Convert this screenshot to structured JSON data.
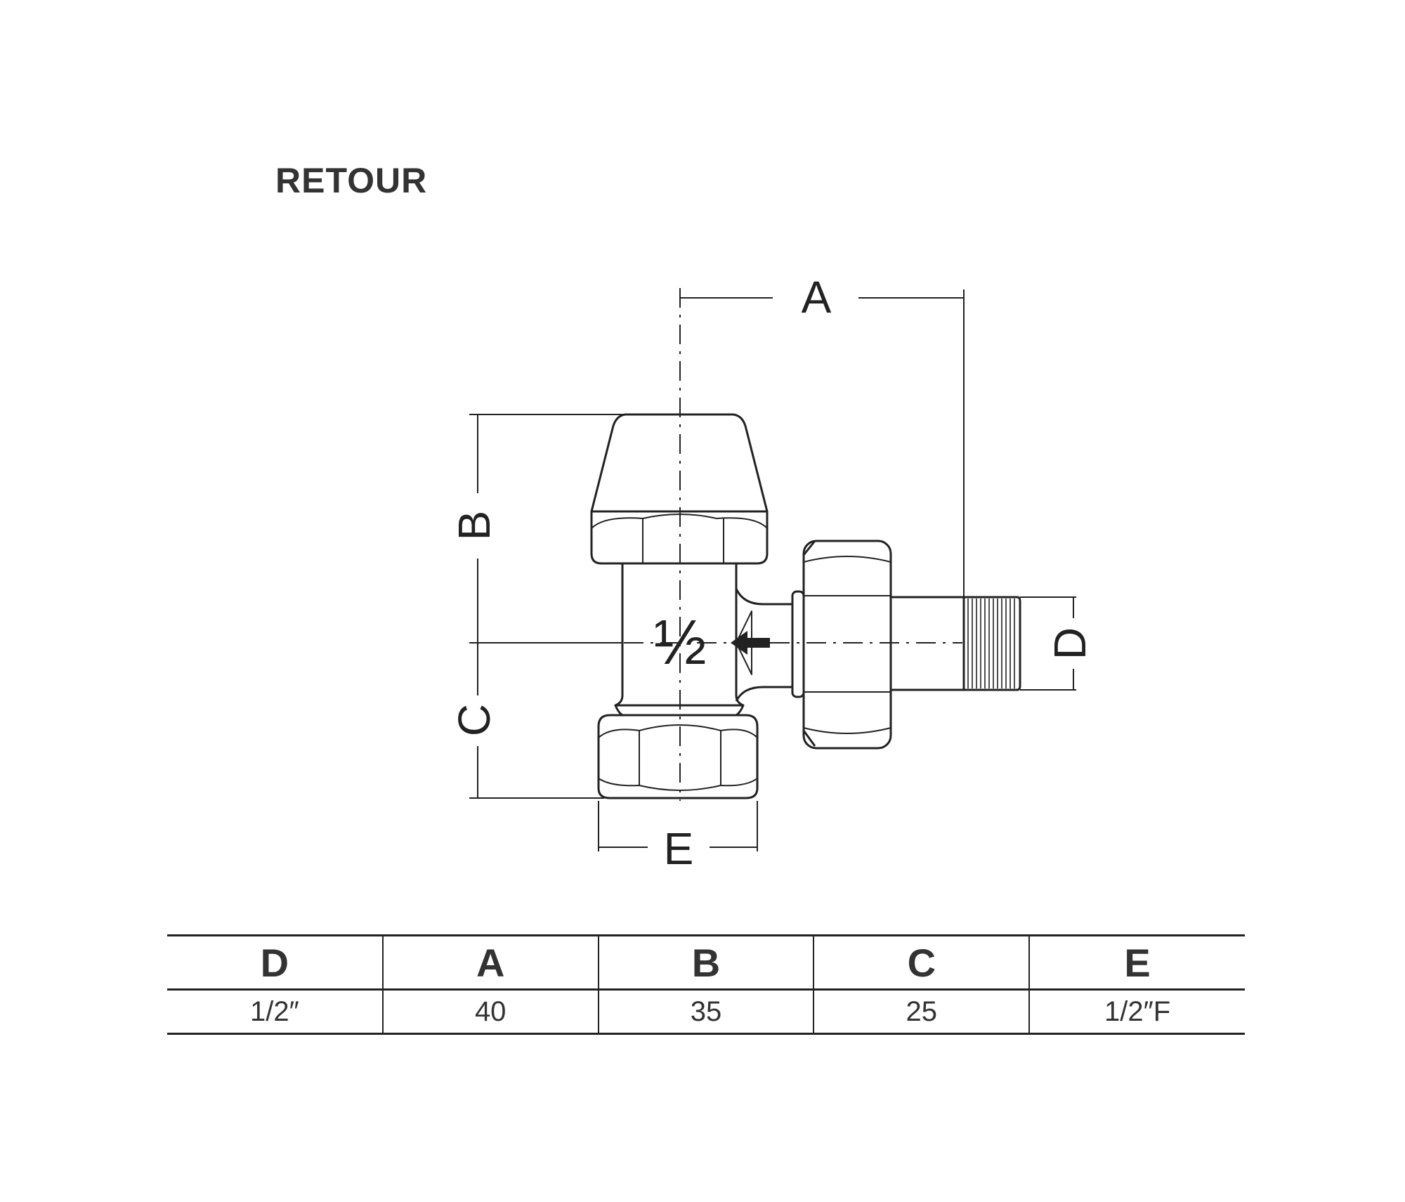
{
  "title": "RETOUR",
  "diagram": {
    "size_mark": "½",
    "flow_direction": "left",
    "dimensions": {
      "A": "A",
      "B": "B",
      "C": "C",
      "D": "D",
      "E": "E"
    }
  },
  "table": {
    "headers": [
      "D",
      "A",
      "B",
      "C",
      "E"
    ],
    "rows": [
      [
        "1/2″",
        "40",
        "35",
        "25",
        "1/2″F"
      ]
    ]
  }
}
